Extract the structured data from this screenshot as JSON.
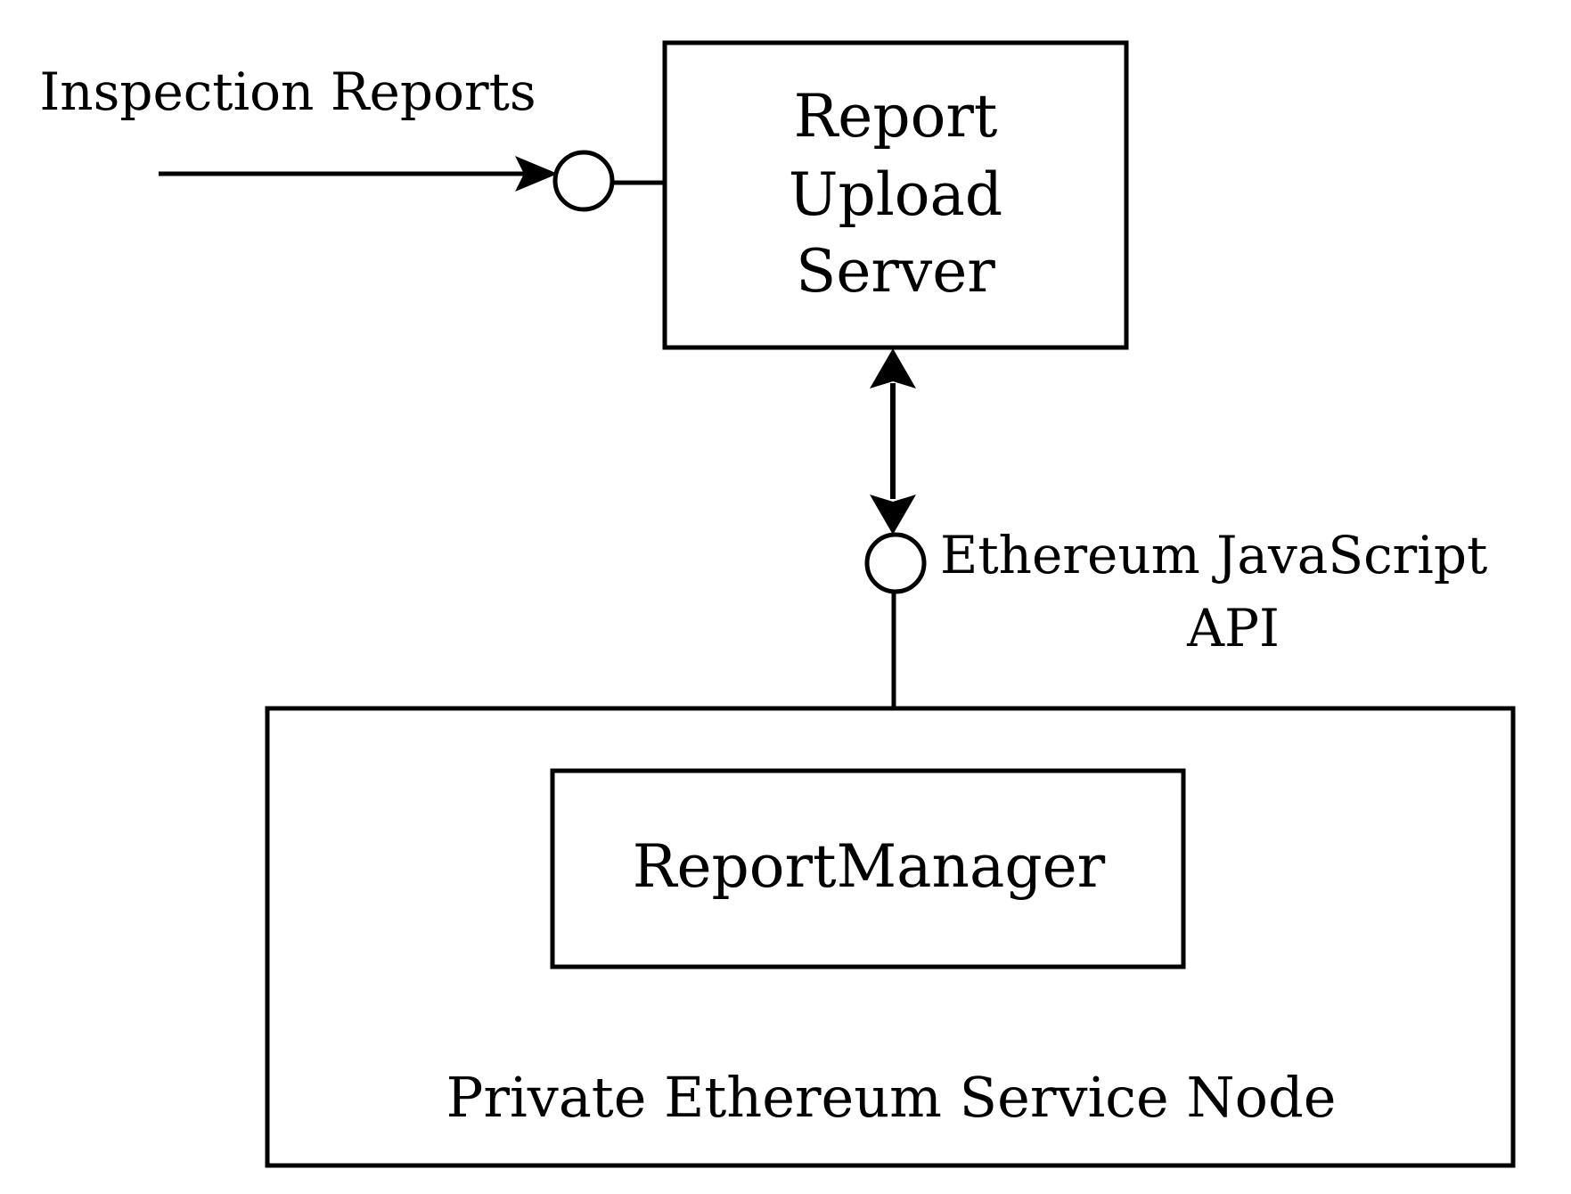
{
  "diagram": {
    "input_label": "Inspection Reports",
    "upload_server": {
      "lines": [
        "Report",
        "Upload",
        "Server"
      ]
    },
    "api_label": {
      "lines": [
        "Ethereum JavaScript",
        "API"
      ]
    },
    "service_node": {
      "label": "Private Ethereum Service Node",
      "inner_component": "ReportManager"
    }
  },
  "colors": {
    "stroke": "#000000",
    "background": "#ffffff"
  }
}
